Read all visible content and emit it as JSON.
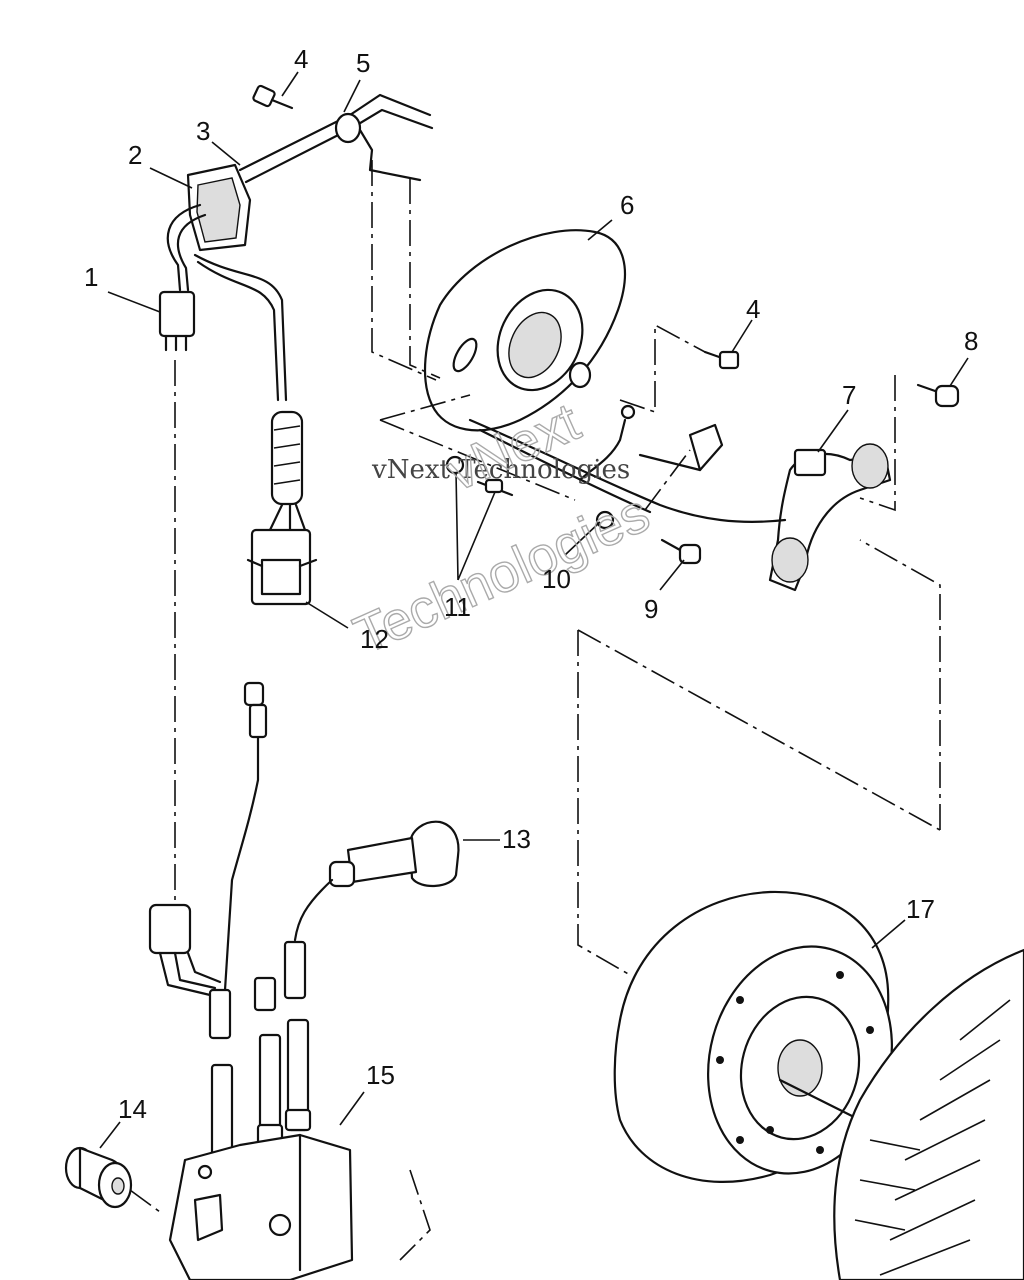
{
  "callouts": [
    {
      "id": "c1",
      "text": "1"
    },
    {
      "id": "c2",
      "text": "2"
    },
    {
      "id": "c3",
      "text": "3"
    },
    {
      "id": "c4a",
      "text": "4"
    },
    {
      "id": "c5",
      "text": "5"
    },
    {
      "id": "c6",
      "text": "6"
    },
    {
      "id": "c4b",
      "text": "4"
    },
    {
      "id": "c8",
      "text": "8"
    },
    {
      "id": "c7",
      "text": "7"
    },
    {
      "id": "c11",
      "text": "11"
    },
    {
      "id": "c10",
      "text": "10"
    },
    {
      "id": "c9",
      "text": "9"
    },
    {
      "id": "c12",
      "text": "12"
    },
    {
      "id": "c13",
      "text": "13"
    },
    {
      "id": "c17",
      "text": "17"
    },
    {
      "id": "c15",
      "text": "15"
    },
    {
      "id": "c14",
      "text": "14"
    }
  ],
  "watermark": {
    "line1": "vNext Technologies",
    "line2": "vNext",
    "line3": "Technologies"
  }
}
